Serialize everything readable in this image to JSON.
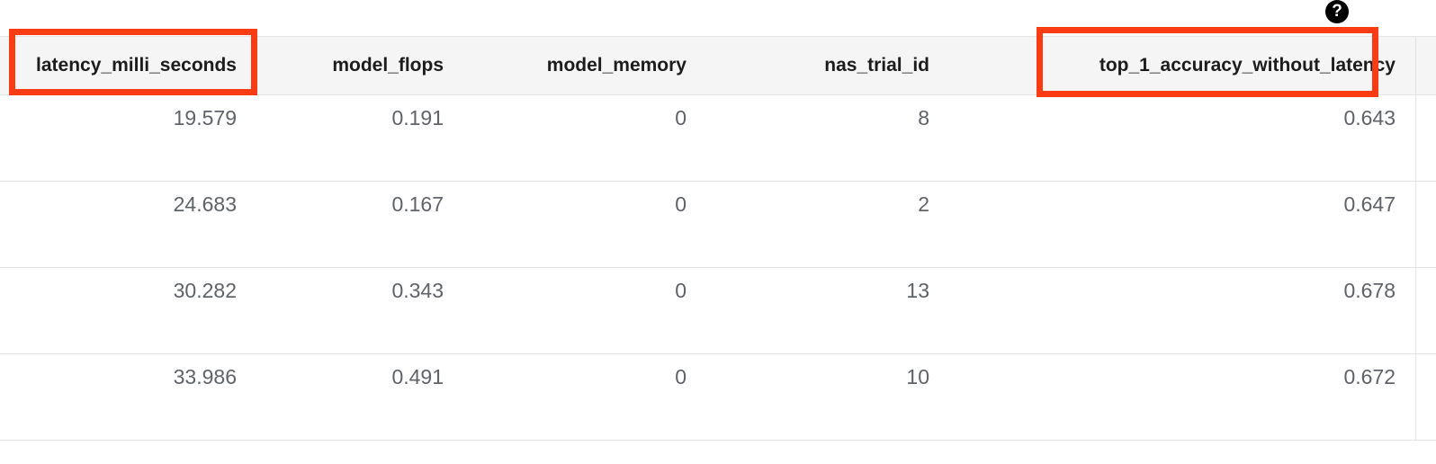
{
  "help": {
    "icon": "help-icon",
    "glyph": "?"
  },
  "table": {
    "columns": [
      {
        "key": "latency_milli_seconds",
        "label": "latency_milli_seconds"
      },
      {
        "key": "model_flops",
        "label": "model_flops"
      },
      {
        "key": "model_memory",
        "label": "model_memory"
      },
      {
        "key": "nas_trial_id",
        "label": "nas_trial_id"
      },
      {
        "key": "top_1_accuracy_without_latency",
        "label": "top_1_accuracy_without_latency"
      },
      {
        "key": "overflow",
        "label": ""
      }
    ],
    "rows": [
      {
        "latency_milli_seconds": "19.579",
        "model_flops": "0.191",
        "model_memory": "0",
        "nas_trial_id": "8",
        "top_1_accuracy_without_latency": "0.643",
        "overflow": ""
      },
      {
        "latency_milli_seconds": "24.683",
        "model_flops": "0.167",
        "model_memory": "0",
        "nas_trial_id": "2",
        "top_1_accuracy_without_latency": "0.647",
        "overflow": ""
      },
      {
        "latency_milli_seconds": "30.282",
        "model_flops": "0.343",
        "model_memory": "0",
        "nas_trial_id": "13",
        "top_1_accuracy_without_latency": "0.678",
        "overflow": ""
      },
      {
        "latency_milli_seconds": "33.986",
        "model_flops": "0.491",
        "model_memory": "0",
        "nas_trial_id": "10",
        "top_1_accuracy_without_latency": "0.672",
        "overflow": ""
      }
    ]
  },
  "annotations": [
    {
      "name": "highlight-latency-milli-seconds-header",
      "color": "#f93c13"
    },
    {
      "name": "highlight-top-1-accuracy-without-latency-header",
      "color": "#f93c13"
    }
  ],
  "colors": {
    "annotation": "#f93c13",
    "header_bg": "#f5f5f5",
    "header_text": "#1c1c1c",
    "cell_text": "#5f6368",
    "row_divider": "#e4e4e4",
    "page_bg": "#ffffff",
    "help_bg": "#000000"
  }
}
